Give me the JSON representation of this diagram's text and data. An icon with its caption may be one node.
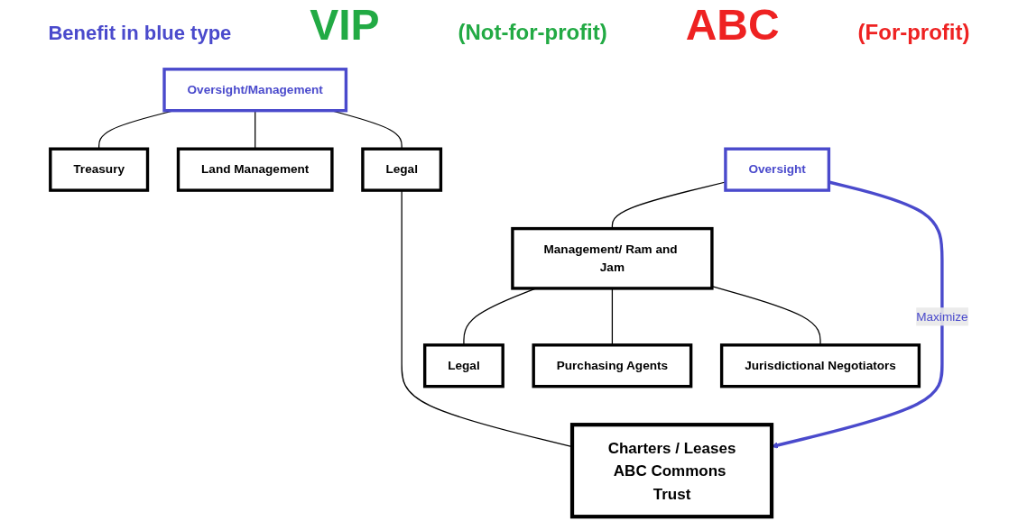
{
  "diagram": {
    "nodes": [
      {
        "text": [
          "Oversight/Management"
        ]
      },
      {
        "text": [
          "Treasury"
        ]
      },
      {
        "text": [
          "Land Management"
        ]
      },
      {
        "text": [
          "Legal"
        ]
      },
      {
        "text": [
          "Charters / Leases",
          "ABC Commons Trust"
        ]
      },
      {
        "text": [
          "Oversight"
        ]
      },
      {
        "text": [
          "Management/ Ram and Jam"
        ]
      },
      {
        "text": [
          "Legal"
        ]
      },
      {
        "text": [
          "Purchasing Agents"
        ]
      },
      {
        "text": [
          "Jurisdictional Negotiators"
        ]
      }
    ],
    "edges": [
      {
        "from": 0,
        "to": 1,
        "arrow": "none"
      },
      {
        "from": 0,
        "to": 2,
        "arrow": "none"
      },
      {
        "from": 0,
        "to": 3,
        "arrow": "none"
      },
      {
        "from": 3,
        "to": 4,
        "arrow": "none"
      },
      {
        "from": 5,
        "to": 6,
        "arrow": "none"
      },
      {
        "from": 6,
        "to": 7,
        "arrow": "none"
      },
      {
        "from": 6,
        "to": 8,
        "arrow": "none"
      },
      {
        "from": 6,
        "to": 9,
        "arrow": "none"
      },
      {
        "from": 5,
        "to": 4,
        "arrow": "to",
        "label": "Maximize",
        "style": "thick",
        "color": "#4a4acc"
      }
    ],
    "labels": [
      "Benefit in blue type",
      "VIP",
      "(Not-for-profit)",
      "ABC",
      "(For-profit)"
    ]
  }
}
